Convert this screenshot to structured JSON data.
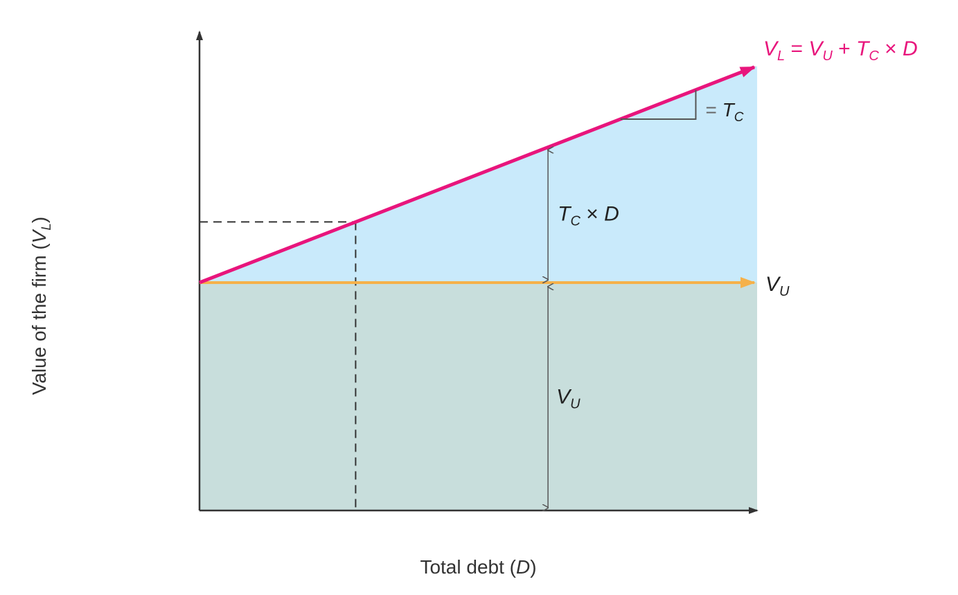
{
  "chart_data": {
    "type": "line",
    "xlabel": {
      "pre": "Total debt (",
      "var": "D",
      "post": ")"
    },
    "ylabel": {
      "pre": "Value of the firm (",
      "var": "V",
      "sub": "L",
      "post": ")"
    },
    "series": [
      {
        "name": "V_L = V_U + T_C × D",
        "x": [
          0,
          1
        ],
        "y": [
          1.0,
          1.95
        ]
      },
      {
        "name": "V_U",
        "x": [
          0,
          1
        ],
        "y": [
          1.0,
          1.0
        ]
      }
    ],
    "reference_point": {
      "x": 0.28,
      "y": 1.3
    },
    "annotation_x": 0.625,
    "xlim": [
      0,
      1
    ],
    "ylim": [
      0,
      2.1
    ],
    "colors": {
      "levered": "#e8157c",
      "unlevered": "#f5b14a",
      "tax_shield_fill": "#c9eafb",
      "unlevered_fill": "#c8dedc",
      "axis": "#555555"
    },
    "labels": {
      "vl_eq": {
        "v1": "V",
        "s1": "L",
        "eq": " = ",
        "v2": "V",
        "s2": "U",
        "plus": " + ",
        "v3": "T",
        "s3": "C",
        "times": " × ",
        "v4": "D"
      },
      "slope": {
        "eq": "= ",
        "v": "T",
        "s": "C"
      },
      "tax_shield": {
        "v": "T",
        "s": "C",
        "times": " × ",
        "d": "D"
      },
      "vu_line": {
        "v": "V",
        "s": "U"
      },
      "vu_area": {
        "v": "V",
        "s": "U"
      }
    }
  }
}
